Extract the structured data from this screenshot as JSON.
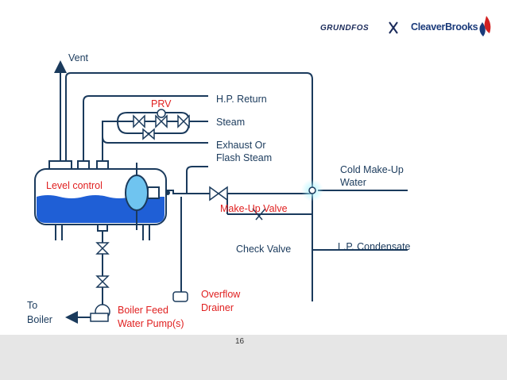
{
  "logos": {
    "grundfos": "GRUNDFOS",
    "cleaverbrooks": "CleaverBrooks"
  },
  "labels": {
    "vent": "Vent",
    "prv": "PRV",
    "hp_return": "H.P. Return",
    "steam": "Steam",
    "exhaust_line1": "Exhaust Or",
    "exhaust_line2": "Flash Steam",
    "cold_makeup_line1": "Cold Make-Up",
    "cold_makeup_line2": "Water",
    "level_control": "Level control",
    "makeup_valve": "Make-Up Valve",
    "check_valve": "Check Valve",
    "lp_condensate": "L.P. Condensate",
    "overflow_line1": "Overflow",
    "overflow_line2": "Drainer",
    "to_boiler_line1": "To",
    "to_boiler_line2": "Boiler",
    "boiler_feed_line1": "Boiler Feed",
    "boiler_feed_line2": "Water Pump(s)"
  },
  "page_number": "16",
  "colors": {
    "pipe": "#1a3a5c",
    "water": "#1f5fd6",
    "label_red": "#e02020",
    "footer": "#e6e6e6"
  }
}
